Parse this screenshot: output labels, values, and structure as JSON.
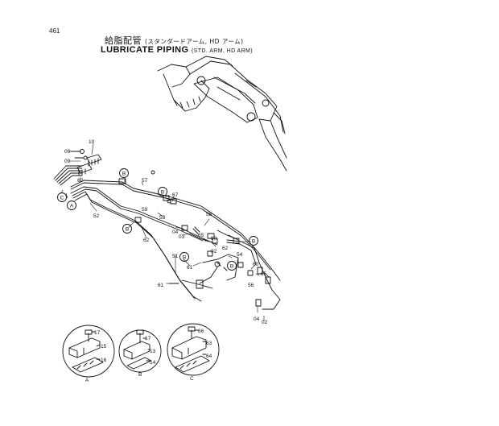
{
  "page_number": "461",
  "title": {
    "japanese_main": "給脂配管",
    "japanese_sub": "(スタンダードアーム, HD アーム)",
    "english_main": "LUBRICATE PIPING",
    "english_sub": "(STD. ARM, HD ARM)"
  },
  "callouts": {
    "c10": "10",
    "c09a": "09",
    "c09b": "09",
    "c60a": "60",
    "c57": "57",
    "c59": "59",
    "c52": "52",
    "c67": "67",
    "c58": "58",
    "c53": "53",
    "c04a": "04",
    "c03": "03",
    "c65a": "65",
    "c60b": "60",
    "c62a": "62",
    "c02a": "02",
    "c62b": "62",
    "c51": "51",
    "c54": "54",
    "c61a": "61",
    "c61b": "61",
    "c60c": "60",
    "c65b": "65",
    "c56": "56",
    "c04b": "04",
    "c02b": "02"
  },
  "circle_refs": {
    "A": "A",
    "B": "B",
    "C": "C"
  },
  "details": {
    "A": {
      "label": "A",
      "parts": [
        "17",
        "15",
        "16"
      ]
    },
    "B": {
      "label": "B",
      "parts": [
        "17",
        "13",
        "14"
      ]
    },
    "C": {
      "label": "C",
      "parts": [
        "66",
        "63",
        "64"
      ]
    }
  }
}
